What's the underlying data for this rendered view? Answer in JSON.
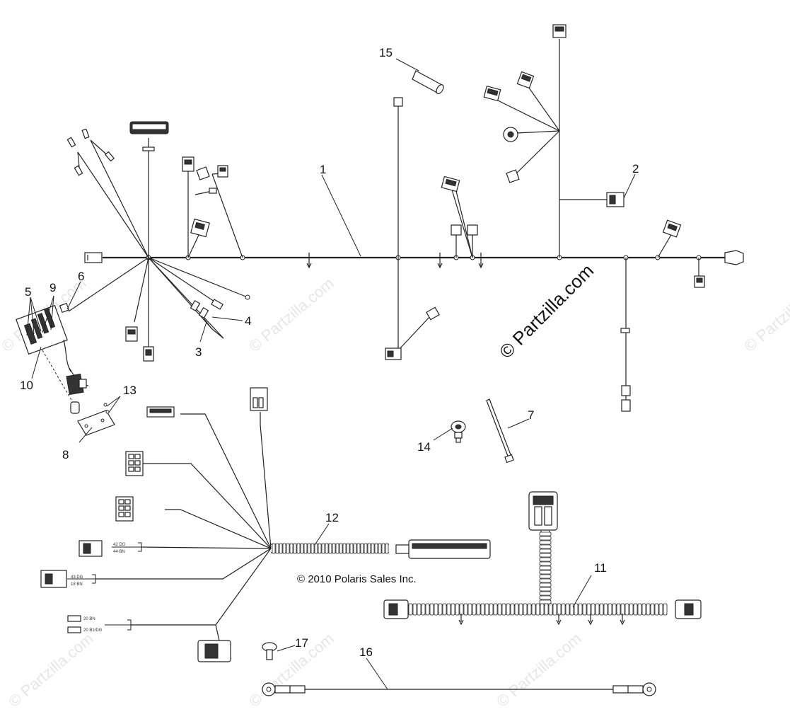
{
  "diagram": {
    "part_labels": [
      {
        "id": "label-1",
        "text": "1"
      },
      {
        "id": "label-2",
        "text": "2"
      },
      {
        "id": "label-3",
        "text": "3"
      },
      {
        "id": "label-4",
        "text": "4"
      },
      {
        "id": "label-5",
        "text": "5"
      },
      {
        "id": "label-6",
        "text": "6"
      },
      {
        "id": "label-7",
        "text": "7"
      },
      {
        "id": "label-8",
        "text": "8"
      },
      {
        "id": "label-9",
        "text": "9"
      },
      {
        "id": "label-10",
        "text": "10"
      },
      {
        "id": "label-11",
        "text": "11"
      },
      {
        "id": "label-12",
        "text": "12"
      },
      {
        "id": "label-13",
        "text": "13"
      },
      {
        "id": "label-14",
        "text": "14"
      },
      {
        "id": "label-15",
        "text": "15"
      },
      {
        "id": "label-16",
        "text": "16"
      },
      {
        "id": "label-17",
        "text": "17"
      }
    ],
    "copyright": "© 2010 Polaris Sales Inc.",
    "watermark_main": "© Partzilla.com",
    "watermark_faint": "© Partzilla.com",
    "wire_codes": {
      "a1": "42 DG",
      "a2": "44 BN",
      "b1": "43 DG",
      "b2": "18 BN",
      "c1": "20 BN",
      "c2": "20 B1/DG"
    }
  }
}
